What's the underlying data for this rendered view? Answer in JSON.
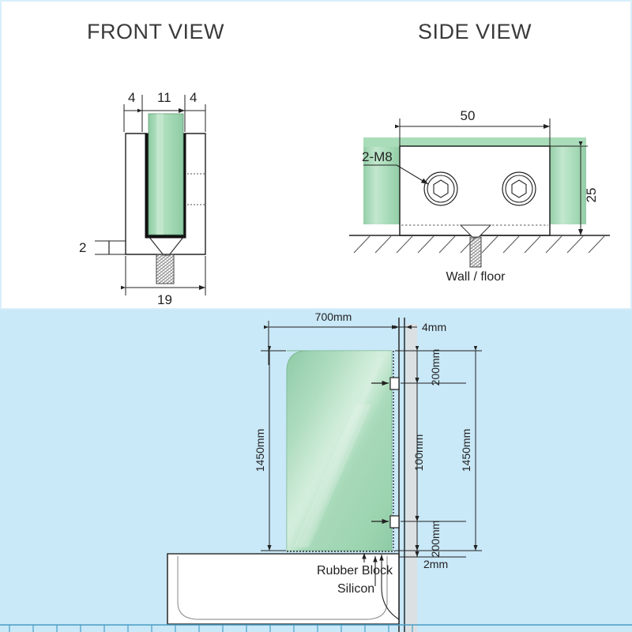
{
  "page": {
    "kind": "technical-drawing",
    "background_top": "#ffffff",
    "background_bottom": "#c9e8f8",
    "glass_color": "#8fd2ab",
    "line_color": "#222222"
  },
  "front_view": {
    "title": "FRONT VIEW",
    "dimensions": {
      "left_gap": "4",
      "glass_thickness": "11",
      "right_gap": "4",
      "base_offset": "2",
      "overall_width": "19"
    }
  },
  "side_view": {
    "title": "SIDE VIEW",
    "dimensions": {
      "length": "50",
      "height": "25"
    },
    "callouts": {
      "bolts": "2-M8",
      "substrate": "Wall / floor"
    }
  },
  "assembly_view": {
    "dimensions": {
      "panel_width": "700mm",
      "wall_gap": "4mm",
      "panel_height_left": "1450mm",
      "top_bracket_offset": "200mm",
      "bracket_spacing": "100mm",
      "bottom_bracket_offset": "200mm",
      "total_height_right": "1450mm",
      "bottom_clearance": "2mm"
    },
    "callouts": {
      "rubber_block": "Rubber Block",
      "silicon": "Silicon"
    }
  }
}
